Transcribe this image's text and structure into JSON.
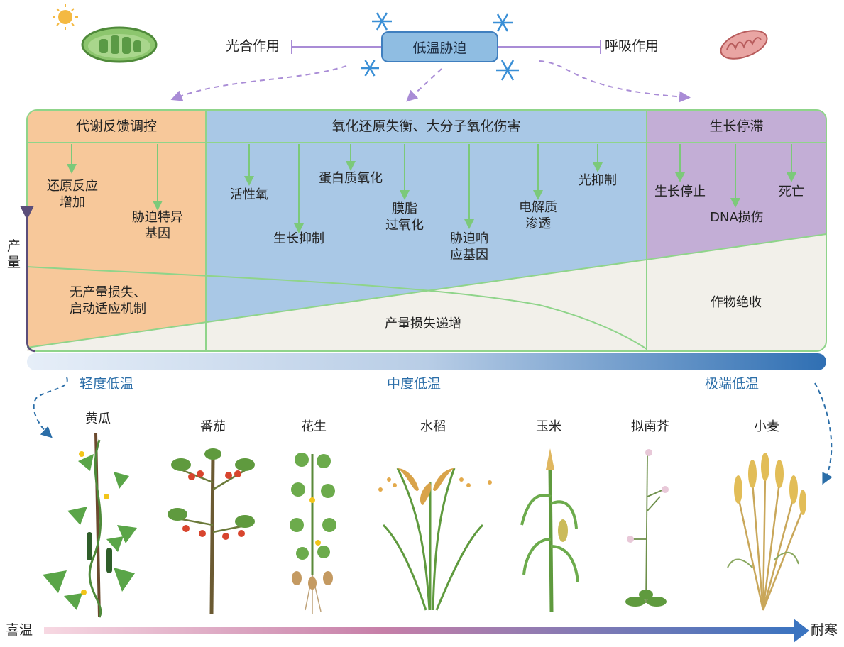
{
  "header": {
    "stress_label": "低温胁迫",
    "photosynthesis_label": "光合作用",
    "respiration_label": "呼吸作用"
  },
  "panels": {
    "metabolic": {
      "title": "代谢反馈调控",
      "items": [
        "还原反应\n增加",
        "胁迫特异\n基因"
      ],
      "bottom_text": "无产量损失、\n启动适应机制"
    },
    "redox": {
      "title": "氧化还原失衡、大分子氧化伤害",
      "items": [
        "活性氧",
        "生长抑制",
        "蛋白质氧化",
        "膜脂\n过氧化",
        "胁迫响\n应基因",
        "电解质\n渗透",
        "光抑制"
      ],
      "bottom_text": "产量损失递增"
    },
    "growth": {
      "title": "生长停滞",
      "items": [
        "生长停止",
        "DNA损伤",
        "死亡"
      ],
      "bottom_text": "作物绝收"
    }
  },
  "yield_axis_label": "产\n量",
  "temperature_levels": [
    "轻度低温",
    "中度低温",
    "极端低温"
  ],
  "plants": [
    "黄瓜",
    "番茄",
    "花生",
    "水稻",
    "玉米",
    "拟南芥",
    "小麦"
  ],
  "tolerance_axis": {
    "left": "喜温",
    "right": "耐寒"
  },
  "colors": {
    "metabolic_bg": "#f7c89a",
    "redox_bg": "#a9c8e6",
    "growth_bg": "#c3aed6",
    "border_green": "#8fd48a",
    "arrow_green": "#7cc97a",
    "yield_loss_bg": "#f2f0ea",
    "accent_blue": "#2b6ea8"
  }
}
